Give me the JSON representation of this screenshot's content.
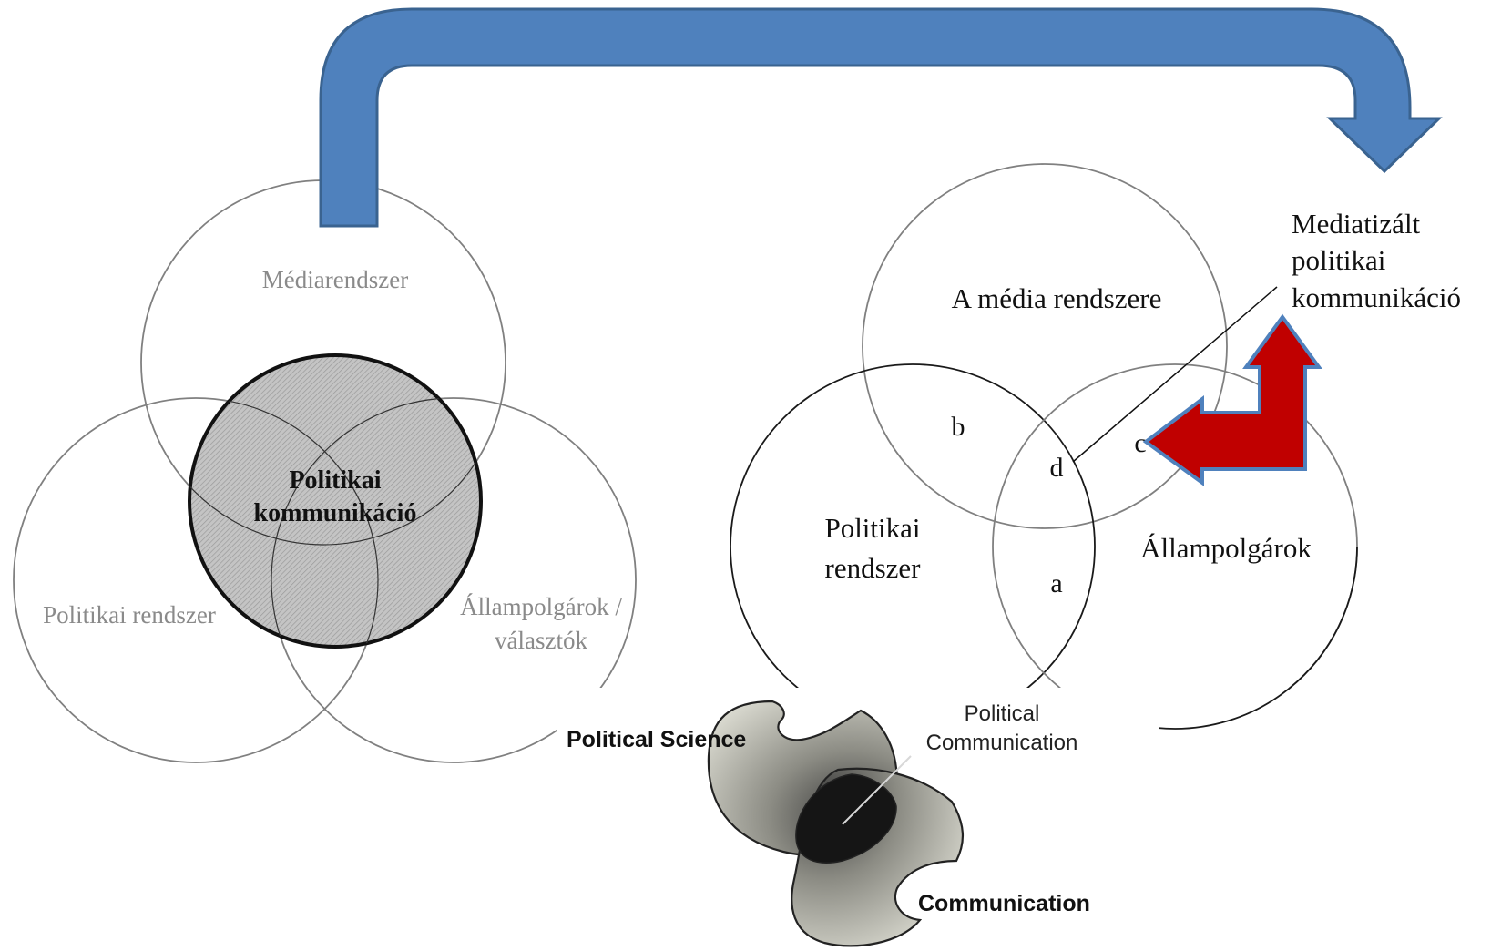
{
  "left_diagram": {
    "media_label": "Médiarendszer",
    "political_label": "Politikai rendszer",
    "citizens_label_line1": "Állampolgárok /",
    "citizens_label_line2": "választók",
    "center_label_line1": "Politikai",
    "center_label_line2": "kommunikáció",
    "center_fill_color": "#c8c8c8"
  },
  "right_diagram": {
    "media_label": "A média rendszere",
    "political_label_line1": "Politikai",
    "political_label_line2": "rendszer",
    "citizens_label": "Állampolgárok",
    "region_a": "a",
    "region_b": "b",
    "region_c": "c",
    "region_d": "d",
    "callout_line1": "Mediatizált",
    "callout_line2": "politikai",
    "callout_line3": "kommunikáció"
  },
  "bottom_diagram": {
    "political_science_label": "Political Science",
    "political_communication_line1": "Political",
    "political_communication_line2": "Communication",
    "communication_label": "Communication"
  },
  "colors": {
    "big_arrow": "#4f81bd",
    "big_arrow_border": "#3a6390",
    "red_arrow": "#c00000",
    "red_arrow_border": "#4f81bd"
  }
}
